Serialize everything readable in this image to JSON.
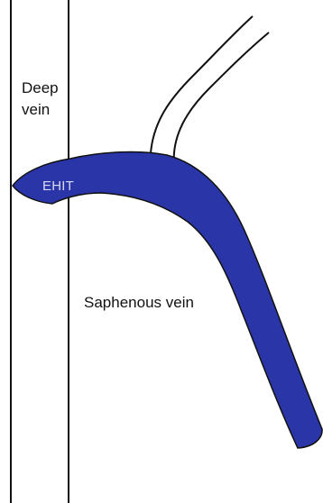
{
  "labels": {
    "deep_vein_line1": "Deep",
    "deep_vein_line2": "vein",
    "ehit": "EHIT",
    "saphenous_vein": "Saphenous vein"
  },
  "colors": {
    "background": "#ffffff",
    "outline": "#111111",
    "thrombus_fill": "#2a35a8",
    "ehit_text": "#d8dbf2"
  }
}
